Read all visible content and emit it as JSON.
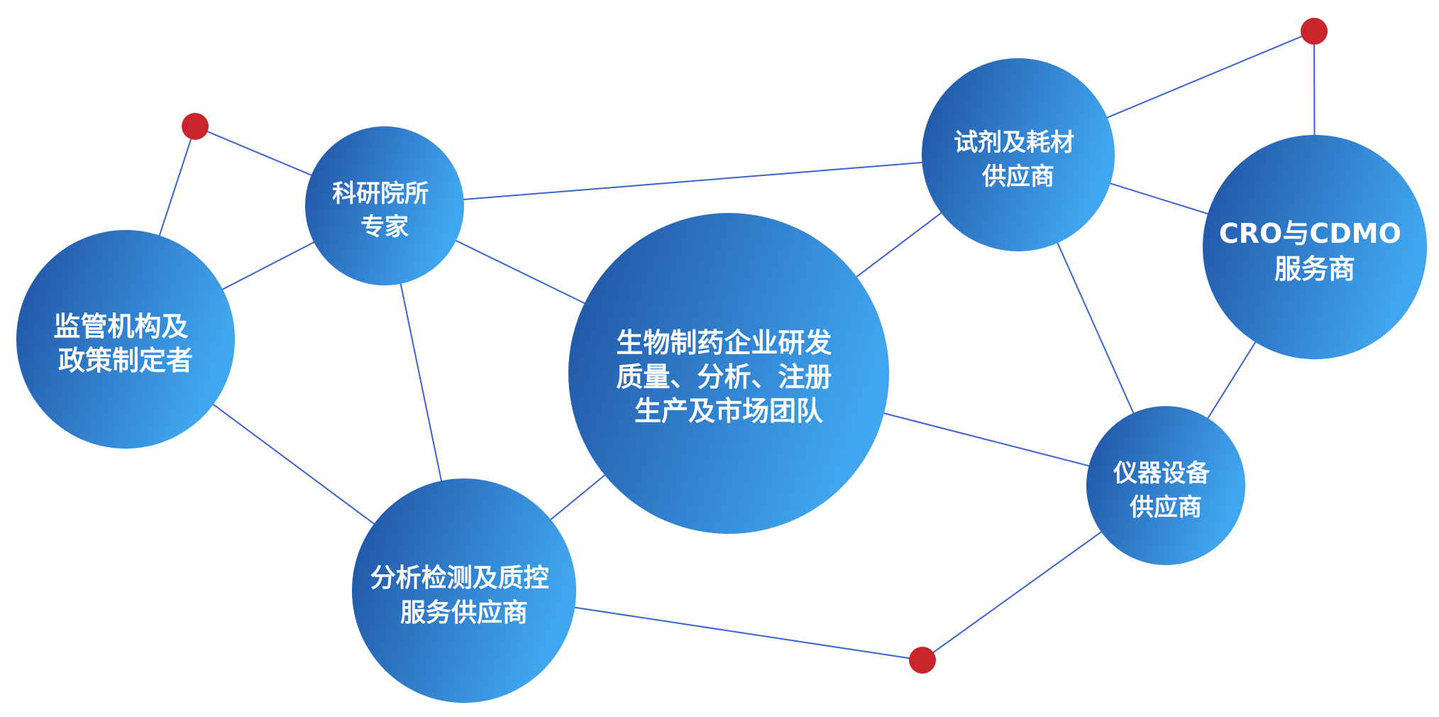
{
  "diagram": {
    "theme": {
      "node_gradient_start": "#1f4fa0",
      "node_gradient_end": "#40a6ef",
      "edge_color": "#3b63cf",
      "connector_dot_color": "#c8252c",
      "label_color": "#ffffff"
    },
    "nodes": {
      "center": {
        "line1": "生物制药企业研发",
        "line2": "质量、分析、注册",
        "line3": "生产及市场团队"
      },
      "regulators": {
        "line1": "监管机构及",
        "line2": "政策制定者"
      },
      "research_experts": {
        "line1": "科研院所",
        "line2": "专家"
      },
      "testing_services": {
        "line1": "分析检测及质控",
        "line2": "服务供应商"
      },
      "reagents": {
        "line1": "试剂及耗材",
        "line2": "供应商"
      },
      "cro_cdmo": {
        "line1": "CRO与CDMO",
        "line2": "服务商"
      },
      "instruments": {
        "line1": "仪器设备",
        "line2": "供应商"
      }
    },
    "edges": [
      [
        "regulators",
        "research_experts"
      ],
      [
        "regulators",
        "testing_services"
      ],
      [
        "regulators",
        "dot_top_left"
      ],
      [
        "research_experts",
        "dot_top_left"
      ],
      [
        "research_experts",
        "center"
      ],
      [
        "research_experts",
        "testing_services"
      ],
      [
        "research_experts",
        "reagents"
      ],
      [
        "testing_services",
        "center"
      ],
      [
        "testing_services",
        "dot_bottom"
      ],
      [
        "center",
        "reagents"
      ],
      [
        "center",
        "instruments"
      ],
      [
        "reagents",
        "instruments"
      ],
      [
        "reagents",
        "cro_cdmo"
      ],
      [
        "reagents",
        "dot_top_right"
      ],
      [
        "cro_cdmo",
        "dot_top_right"
      ],
      [
        "cro_cdmo",
        "instruments"
      ],
      [
        "instruments",
        "dot_bottom"
      ]
    ]
  }
}
